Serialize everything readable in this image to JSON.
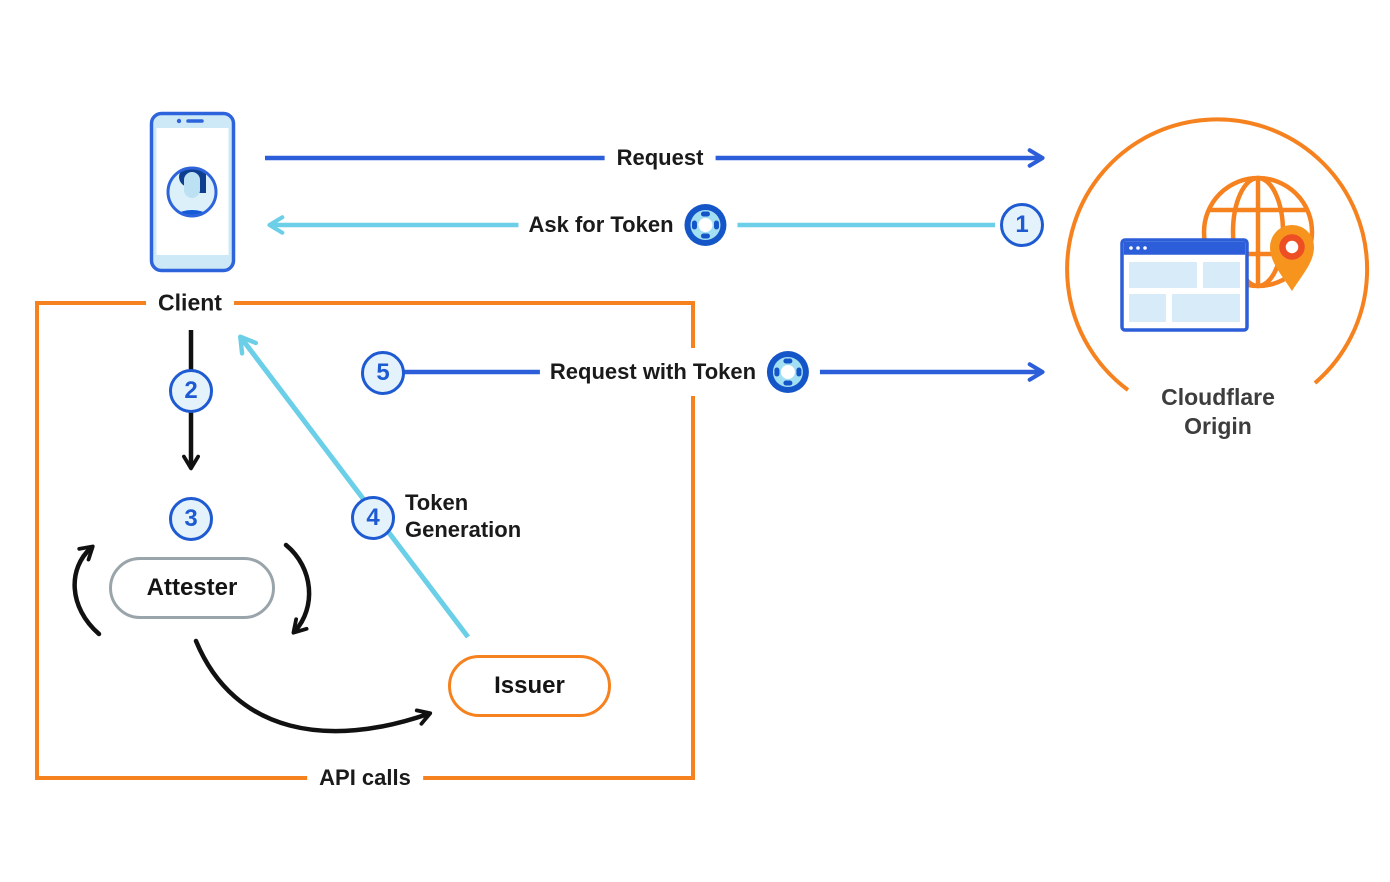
{
  "nodes": {
    "client": {
      "label": "Client"
    },
    "cloudflare_origin": {
      "label_line1": "Cloudflare",
      "label_line2": "Origin"
    },
    "attester": {
      "label": "Attester"
    },
    "issuer": {
      "label": "Issuer"
    }
  },
  "box": {
    "label": "API calls"
  },
  "edges": {
    "request": {
      "label": "Request"
    },
    "ask_for_token": {
      "step": "1",
      "label": "Ask for Token"
    },
    "client_to_attester": {
      "step": "2"
    },
    "attestation_loop": {
      "step": "3"
    },
    "token_generation": {
      "step": "4",
      "label_line1": "Token",
      "label_line2": "Generation"
    },
    "request_with_token": {
      "step": "5",
      "label": "Request with Token"
    }
  },
  "colors": {
    "blue_arrow": "#2B5ED8",
    "cyan_arrow": "#6CCFE8",
    "orange": "#F6821F",
    "badge_blue": "#1E5AD1",
    "attester_border": "#9AA5AB",
    "pin_ring_red": "#ED4E23",
    "ink": "#1A1A1A"
  },
  "icons": {
    "token": "token-icon",
    "client_device": "smartphone-user-icon",
    "origin": "globe-browser-pin-icon"
  }
}
